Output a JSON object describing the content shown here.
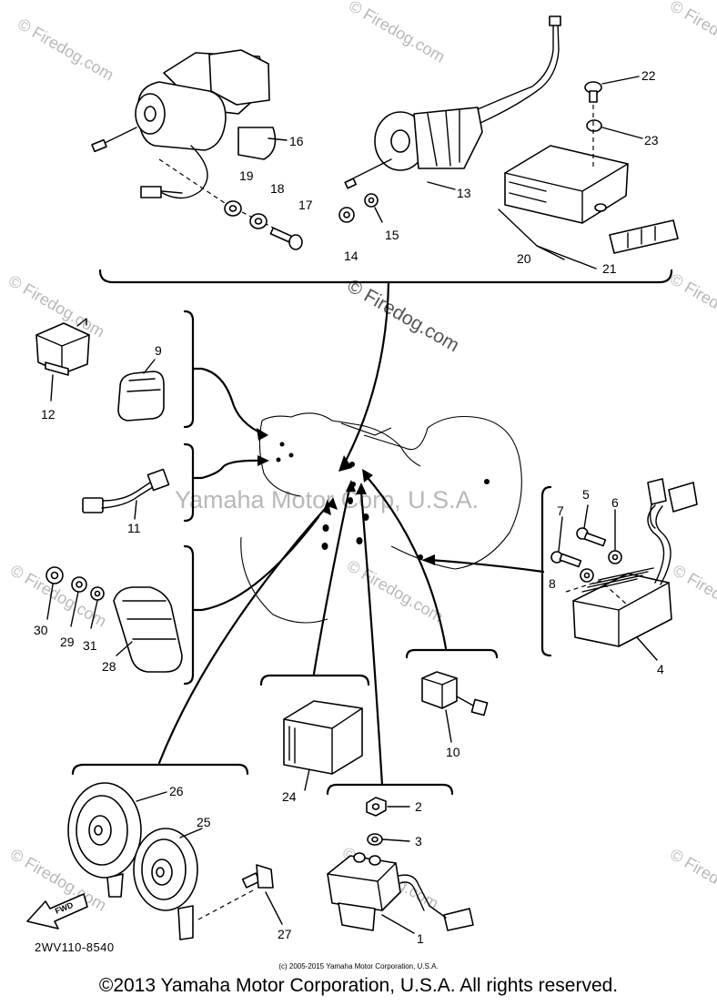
{
  "diagram": {
    "part_numbers": [
      "1",
      "2",
      "3",
      "4",
      "5",
      "6",
      "7",
      "8",
      "9",
      "10",
      "11",
      "12",
      "13",
      "14",
      "15",
      "16",
      "17",
      "18",
      "19",
      "20",
      "21",
      "22",
      "23",
      "24",
      "25",
      "26",
      "27",
      "28",
      "29",
      "30",
      "31"
    ],
    "watermark_text": "© Firedog.com",
    "center_watermark": "Yamaha Motor Corp, U.S.A.",
    "fwd_label": "FWD",
    "diagram_code": "2WV110-8540",
    "small_copyright": "(c) 2005-2015 Yamaha Motor Corporation, U.S.A.",
    "footer": "©2013 Yamaha Motor Corporation, U.S.A. All rights reserved."
  }
}
